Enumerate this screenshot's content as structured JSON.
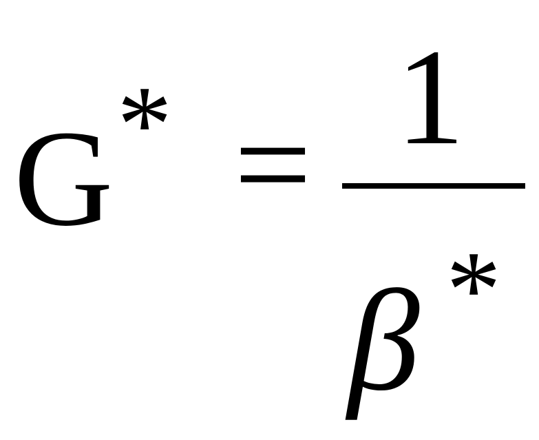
{
  "equation": {
    "lhs": {
      "symbol": "G",
      "superscript": "*"
    },
    "relation": "=",
    "rhs": {
      "numerator": "1",
      "denominator": {
        "symbol": "β",
        "superscript": "*"
      }
    }
  }
}
